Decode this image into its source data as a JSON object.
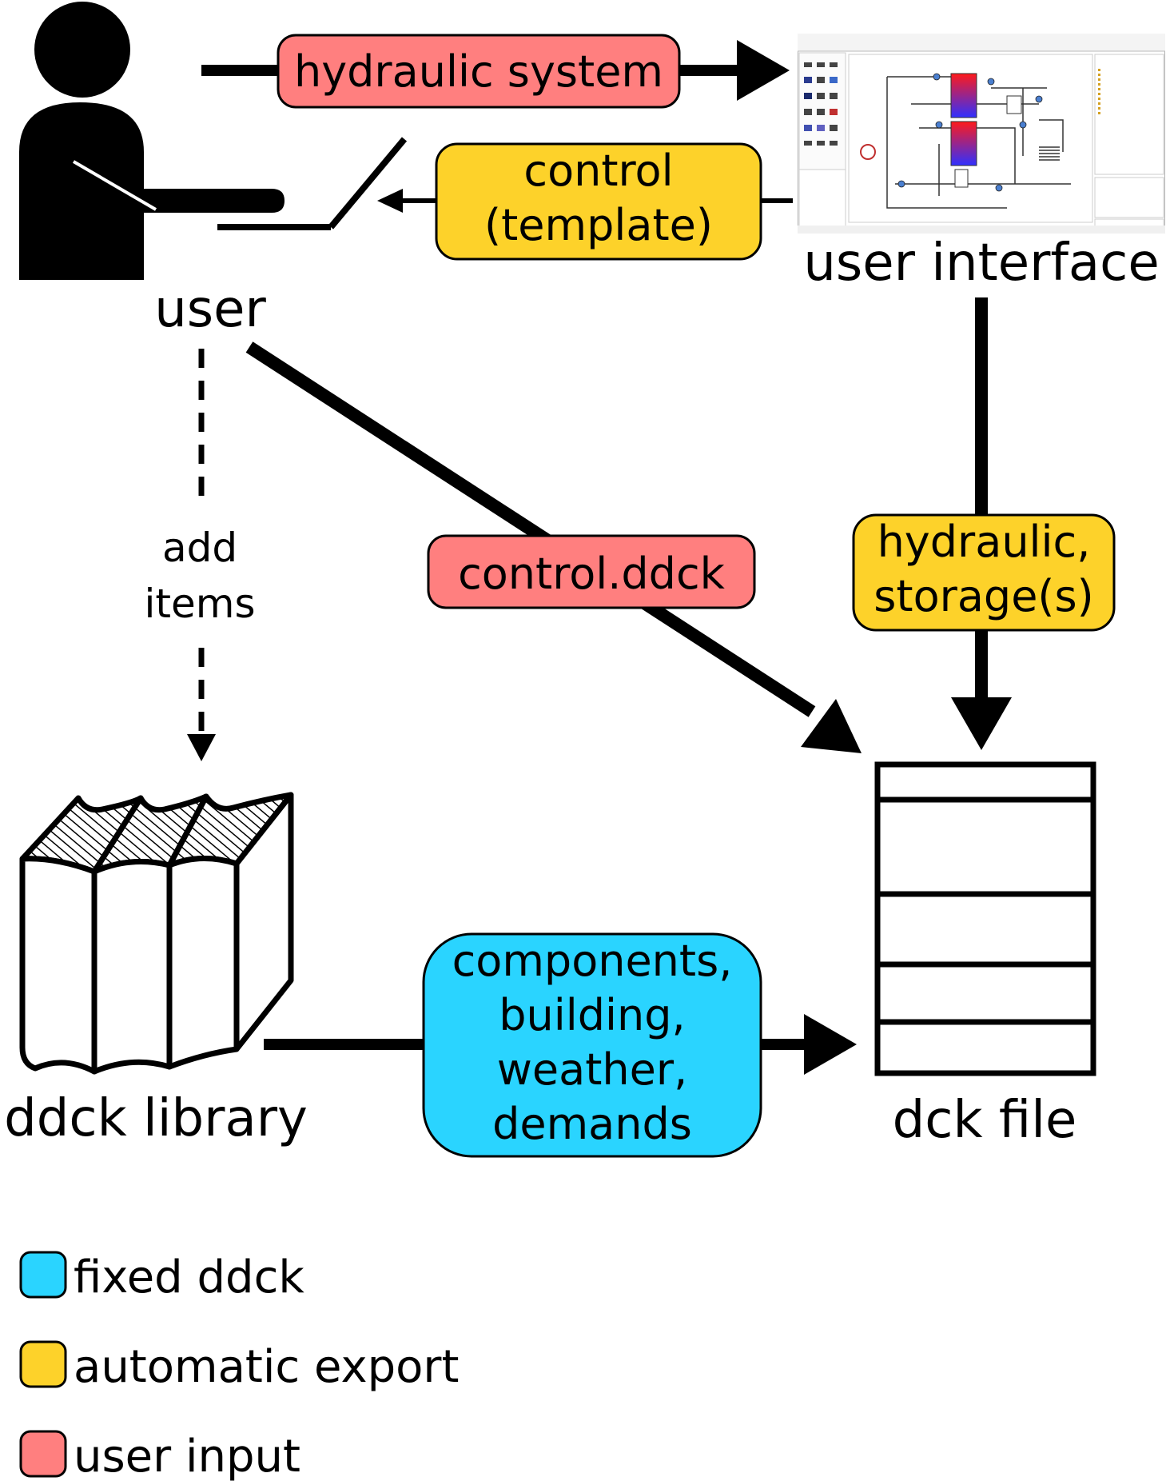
{
  "nodes": {
    "user": "user",
    "user_interface": "user interface",
    "ddck_library": "ddck library",
    "dck_file": "dck file"
  },
  "edges": {
    "hydraulic_system": "hydraulic system",
    "control_template_line1": "control",
    "control_template_line2": "(template)",
    "control_ddck": "control.ddck",
    "hydraulic_storage_line1": "hydraulic,",
    "hydraulic_storage_line2": "storage(s)",
    "add_items_line1": "add",
    "add_items_line2": "items",
    "fixed_line1": "components,",
    "fixed_line2": "building,",
    "fixed_line3": "weather,",
    "fixed_line4": "demands"
  },
  "legend": [
    {
      "label": "fixed ddck",
      "color": "#2ad4ff"
    },
    {
      "label": "automatic export",
      "color": "#fdd22a"
    },
    {
      "label": "user input",
      "color": "#ff7f7f"
    }
  ],
  "colors": {
    "fixed": "#2ad4ff",
    "automatic": "#fdd22a",
    "user_input": "#ff7f7f"
  },
  "icons": {
    "user": "person-icon",
    "screenshot": "application-screenshot-icon",
    "library": "books-icon",
    "file": "document-stack-icon"
  }
}
